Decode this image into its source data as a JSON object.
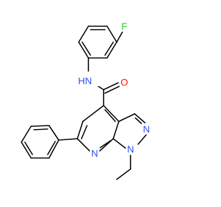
{
  "molecule": {
    "atoms": {
      "F": {
        "symbol": "F",
        "color": "#33cc33"
      },
      "N_amide": {
        "symbol": "N",
        "color": "#3050f8"
      },
      "H_amide": {
        "symbol": "H",
        "color": "#3050f8"
      },
      "O": {
        "symbol": "O",
        "color": "#ff0d0d"
      },
      "N_pyridine": {
        "symbol": "N",
        "color": "#3050f8"
      },
      "N_pyrazole2": {
        "symbol": "N",
        "color": "#3050f8"
      },
      "N_pyrazole1": {
        "symbol": "N",
        "color": "#3050f8"
      }
    },
    "bond_color": "#000000"
  }
}
